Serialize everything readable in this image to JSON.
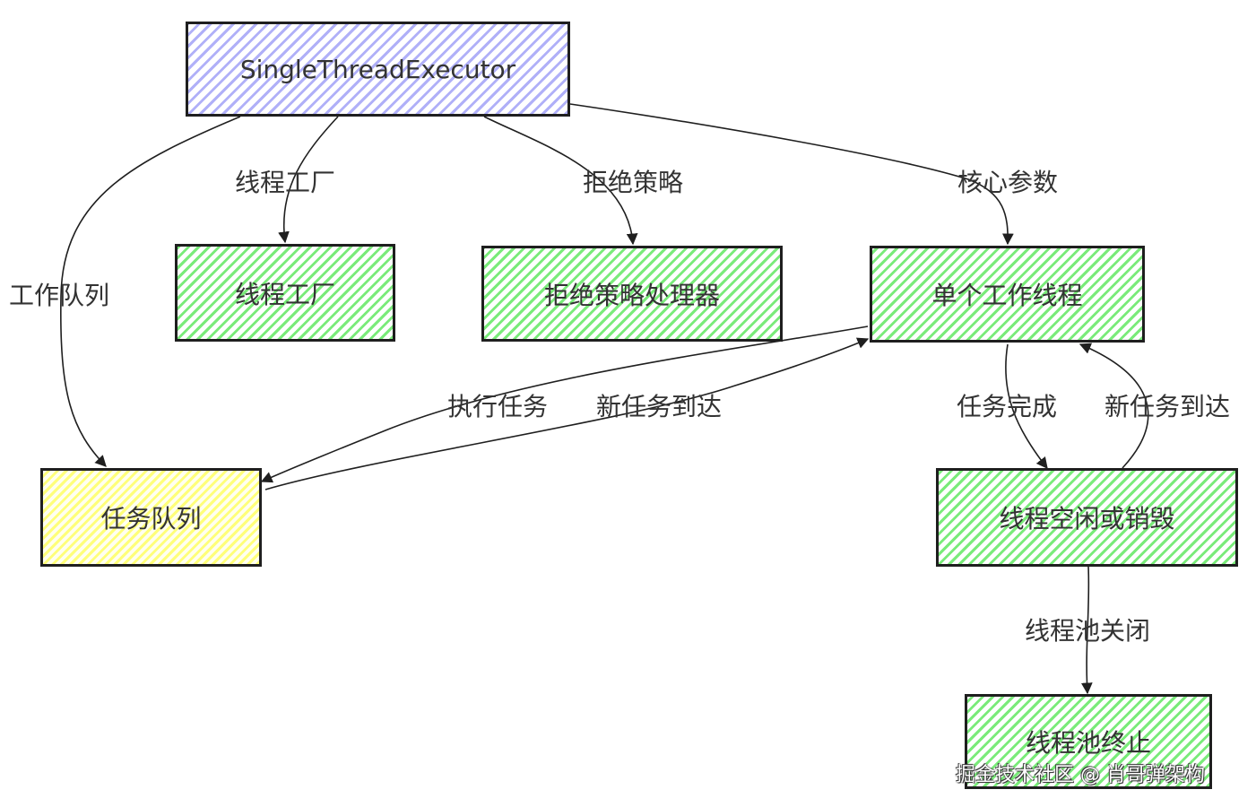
{
  "nodes": {
    "executor": "SingleThreadExecutor",
    "thread_factory": "线程工厂",
    "reject_handler": "拒绝策略处理器",
    "single_worker": "单个工作线程",
    "task_queue": "任务队列",
    "idle_or_destroy": "线程空闲或销毁",
    "terminated": "线程池终止"
  },
  "edges": {
    "work_queue": "工作队列",
    "thread_factory": "线程工厂",
    "reject_policy": "拒绝策略",
    "core_params": "核心参数",
    "execute_task": "执行任务",
    "new_task_arrive_1": "新任务到达",
    "task_done": "任务完成",
    "new_task_arrive_2": "新任务到达",
    "pool_shutdown": "线程池关闭"
  },
  "watermark": "掘金技术社区 @ 肖哥弹架构",
  "colors": {
    "purple": "#b0b0f8",
    "green": "#7aeb7a",
    "yellow": "#ffff7a",
    "stroke": "#1f1f1f"
  }
}
